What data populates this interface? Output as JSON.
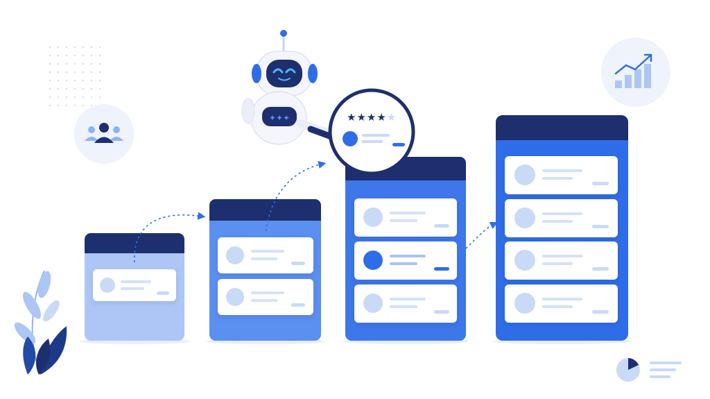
{
  "rating": {
    "stars_filled": "★★★★",
    "stars_empty": "★",
    "value": 4,
    "max": 5
  },
  "colors": {
    "navy": "#1d2f6f",
    "blue_primary": "#2f6de8",
    "blue_mid": "#5b8ff0",
    "blue_light": "#8fb2f2",
    "blue_pale": "#adc6f5",
    "circle_bg": "#eef3fc"
  },
  "icons": {
    "team": "team-icon",
    "growth_chart": "growth-chart-icon",
    "pie_chart": "pie-chart-icon",
    "robot": "robot-icon",
    "magnifier": "magnifying-glass-icon",
    "plant": "plant-icon"
  },
  "columns": [
    {
      "name": "column-1",
      "card_count": 1
    },
    {
      "name": "column-2",
      "card_count": 2
    },
    {
      "name": "column-3",
      "card_count": 3
    },
    {
      "name": "column-4",
      "card_count": 4
    }
  ]
}
